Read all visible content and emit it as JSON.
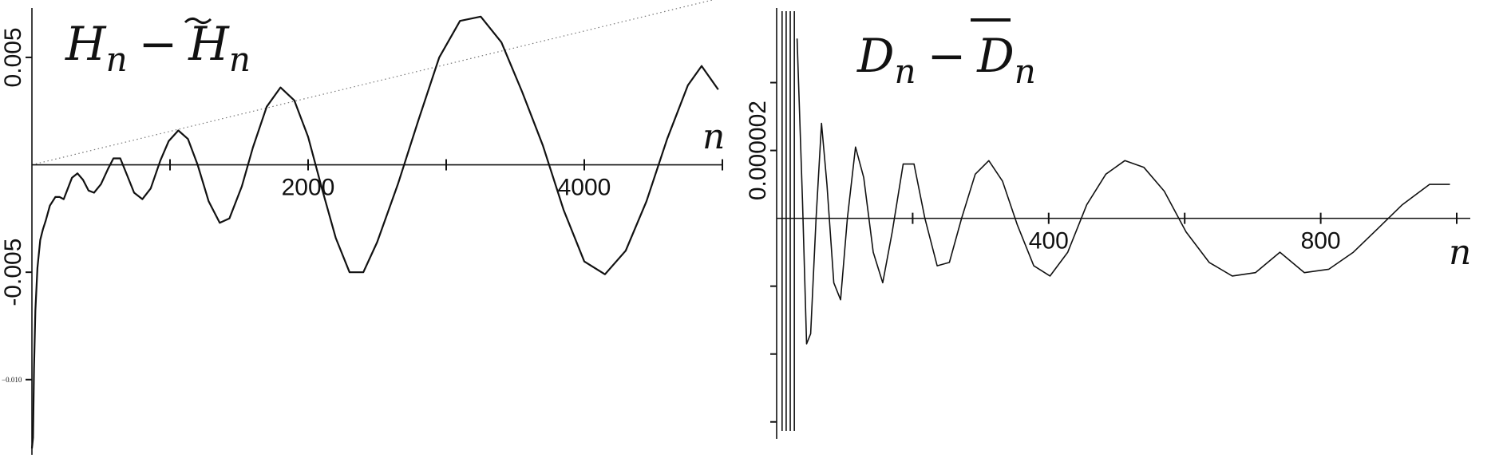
{
  "chart_data": [
    {
      "type": "line",
      "title": {
        "base": "H",
        "sub": "n",
        "minus": "−",
        "base2": "H",
        "sub2": "n",
        "accent": "tilde"
      },
      "xlabel": "n",
      "ylabel": "",
      "xlim": [
        0,
        5000
      ],
      "ylim": [
        -0.0135,
        0.0073
      ],
      "x_ticks": [
        1000,
        2000,
        3000,
        4000,
        5000
      ],
      "x_tick_labels": [
        {
          "value": 2000,
          "text": "2000"
        },
        {
          "value": 4000,
          "text": "4000"
        }
      ],
      "y_ticks": [
        0.005,
        -0.005,
        -0.01
      ],
      "y_tick_labels": [
        {
          "value": 0.005,
          "text": "0.005"
        },
        {
          "value": -0.005,
          "text": "-0.005"
        },
        {
          "value": -0.01,
          "text": "−0.010"
        }
      ],
      "grid": false,
      "envelope_line": {
        "style": "dotted",
        "x": [
          0,
          5500
        ],
        "y": [
          0,
          0.0081
        ]
      },
      "series": [
        {
          "x": [
            8,
            15,
            25,
            40,
            60,
            80,
            100,
            130,
            170,
            200,
            230,
            260,
            290,
            330,
            370,
            410,
            450,
            500,
            550,
            590,
            640,
            690,
            740,
            800,
            860,
            930,
            990,
            1060,
            1130,
            1200,
            1280,
            1360,
            1430,
            1520,
            1600,
            1700,
            1800,
            1900,
            2000,
            2100,
            2200,
            2300,
            2400,
            2500,
            2650,
            2800,
            2950,
            3100,
            3250,
            3400,
            3550,
            3700,
            3850,
            4000,
            4150,
            4300,
            4450,
            4600,
            4750,
            4850,
            4970
          ],
          "y": [
            -0.0127,
            -0.0095,
            -0.0068,
            -0.0048,
            -0.0035,
            -0.003,
            -0.0026,
            -0.0019,
            -0.0015,
            -0.0015,
            -0.0016,
            -0.0011,
            -0.0006,
            -0.0004,
            -0.0007,
            -0.0012,
            -0.0013,
            -0.0009,
            -0.0002,
            0.0003,
            0.0003,
            -0.0005,
            -0.0013,
            -0.0016,
            -0.0011,
            0.0002,
            0.0011,
            0.0016,
            0.0012,
            0.0,
            -0.0017,
            -0.0027,
            -0.0025,
            -0.001,
            0.0008,
            0.0027,
            0.0036,
            0.003,
            0.0013,
            -0.0011,
            -0.0034,
            -0.005,
            -0.005,
            -0.0036,
            -0.0009,
            0.0021,
            0.005,
            0.0067,
            0.0069,
            0.0057,
            0.0034,
            0.0009,
            -0.0021,
            -0.0045,
            -0.0051,
            -0.004,
            -0.0017,
            0.0012,
            0.0037,
            0.0046,
            0.0035
          ]
        }
      ]
    },
    {
      "type": "line",
      "title": {
        "base": "D",
        "sub": "n",
        "minus": "−",
        "base2": "D",
        "sub2": "n",
        "accent": "bar"
      },
      "xlabel": "n",
      "ylabel": "",
      "xlim": [
        0,
        1000
      ],
      "ylim": [
        -6.5e-06,
        6.2e-06
      ],
      "x_ticks": [
        200,
        400,
        600,
        800,
        1000
      ],
      "x_tick_labels": [
        {
          "value": 400,
          "text": "400"
        },
        {
          "value": 800,
          "text": "800"
        }
      ],
      "y_ticks": [
        2e-06,
        4e-06,
        -2e-06,
        -4e-06,
        -6e-06
      ],
      "y_tick_labels": [
        {
          "value": 2e-06,
          "text": "0.000002"
        }
      ],
      "grid": false,
      "series": [
        {
          "x": [
            30,
            38,
            44,
            50,
            58,
            66,
            74,
            84,
            94,
            104,
            116,
            128,
            142,
            156,
            170,
            186,
            202,
            218,
            236,
            254,
            272,
            292,
            312,
            332,
            354,
            378,
            402,
            428,
            456,
            484,
            512,
            540,
            570,
            602,
            636,
            670,
            704,
            740,
            776,
            812,
            848,
            884,
            920,
            960,
            990
          ],
          "y": [
            5.3e-06,
            5e-07,
            -3.7e-06,
            -3.4e-06,
            0.0,
            2.8e-06,
            1e-06,
            -1.9e-06,
            -2.4e-06,
            0.0,
            2.1e-06,
            1.2e-06,
            -1e-06,
            -1.9e-06,
            -4e-07,
            1.6e-06,
            1.6e-06,
            0.0,
            -1.4e-06,
            -1.3e-06,
            0.0,
            1.3e-06,
            1.7e-06,
            1.1e-06,
            -2e-07,
            -1.4e-06,
            -1.7e-06,
            -1e-06,
            4e-07,
            1.3e-06,
            1.7e-06,
            1.5e-06,
            8e-07,
            -4e-07,
            -1.3e-06,
            -1.7e-06,
            -1.6e-06,
            -1e-06,
            -1.6e-06,
            -1.5e-06,
            -1e-06,
            -3e-07,
            4e-07,
            1e-06,
            1e-06
          ]
        }
      ]
    }
  ]
}
